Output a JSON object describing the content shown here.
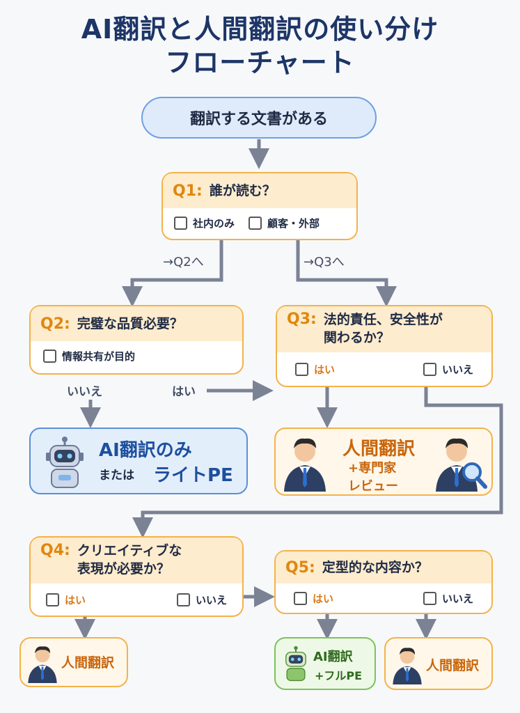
{
  "title": {
    "line1": "AI翻訳と人間翻訳の使い分け",
    "line2": "フローチャート"
  },
  "start": {
    "label": "翻訳する文書がある"
  },
  "q1": {
    "num": "Q1:",
    "text": "誰が読む？",
    "opt1": "社内のみ",
    "opt2": "顧客・外部"
  },
  "branch": {
    "to_q2": "→Q2へ",
    "to_q3": "→Q3へ"
  },
  "q2": {
    "num": "Q2:",
    "text": "完璧な品質必要？",
    "opt1": "情報共有が目的",
    "no": "いいえ",
    "yes": "はい"
  },
  "q3": {
    "num": "Q3:",
    "text1": "法的責任、安全性が",
    "text2": "関わるか？",
    "yes": "はい",
    "no": "いいえ"
  },
  "r_ai_light": {
    "line1": "AI翻訳のみ",
    "or": "または",
    "line2": "ライトPE"
  },
  "r_human_expert": {
    "line1": "人間翻訳",
    "line2": "+専門家",
    "line3": "レビュー"
  },
  "q4": {
    "num": "Q4:",
    "text1": "クリエイティブな",
    "text2": "表現が必要か？",
    "yes": "はい",
    "no": "いいえ"
  },
  "q5": {
    "num": "Q5:",
    "text": "定型的な内容か？",
    "yes": "はい",
    "no": "いいえ"
  },
  "r_human1": {
    "label": "人間翻訳"
  },
  "r_ai_full": {
    "line1": "AI翻訳",
    "line2": "+フルPE"
  },
  "r_human2": {
    "label": "人間翻訳"
  },
  "colors": {
    "orange": "#f3b24a",
    "blue": "#5b8fd6",
    "green": "#7cc35a",
    "arrow": "#7b8294",
    "title": "#1d3567"
  }
}
